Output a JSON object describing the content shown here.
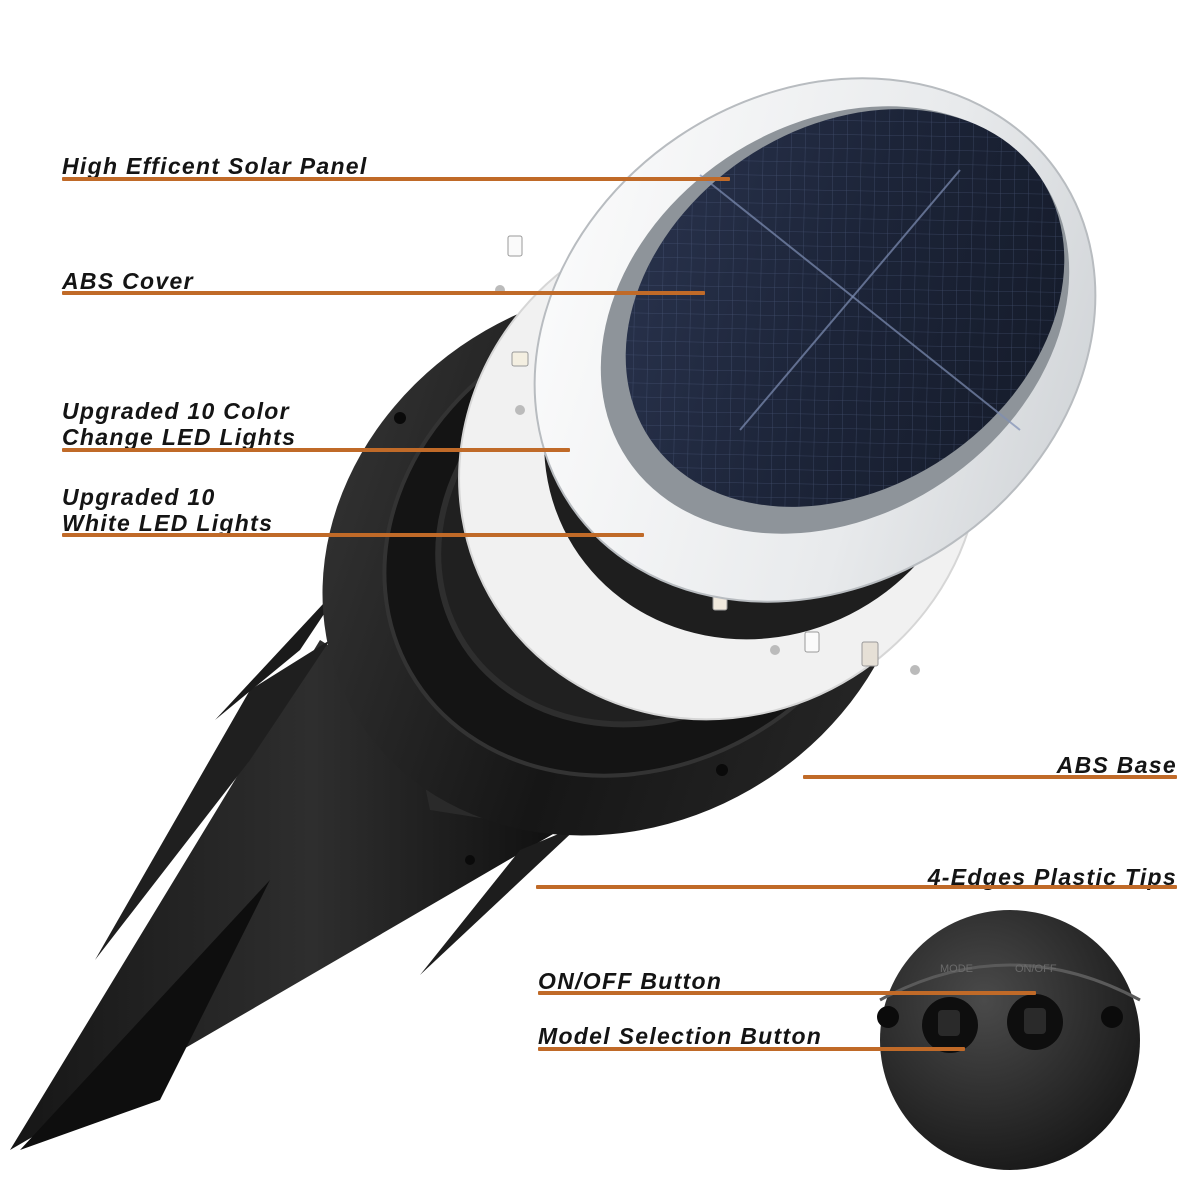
{
  "callouts": {
    "solar_panel": "High Efficent Solar Panel",
    "abs_cover": "ABS Cover",
    "color_led_line1": "Upgraded 10 Color",
    "color_led_line2": "Change LED Lights",
    "white_led_line1": "Upgraded 10",
    "white_led_line2": "White LED Lights",
    "abs_base": "ABS Base",
    "plastic_tips": "4-Edges Plastic Tips",
    "on_off_button": "ON/OFF Button",
    "model_button": "Model Selection Button"
  },
  "switch_labels": {
    "mode": "MODE",
    "on_off": "ON/OFF"
  },
  "colors": {
    "leader_line": "#c06a28",
    "label_text": "#141414",
    "base_plastic": "#1c1c1c",
    "cover_white": "#eef0f2",
    "solar_cell": "#1e2740"
  }
}
